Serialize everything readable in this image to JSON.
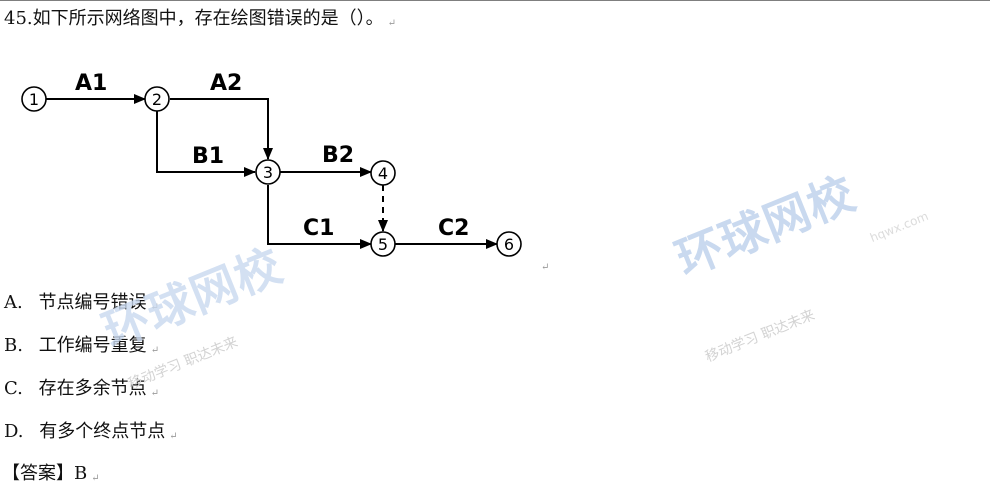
{
  "question": {
    "text": "45.如下所示网络图中，存在绘图错误的是（）。",
    "mark": "↵"
  },
  "diagram": {
    "nodes": [
      {
        "id": "n1",
        "label": "1"
      },
      {
        "id": "n2",
        "label": "2"
      },
      {
        "id": "n3",
        "label": "3"
      },
      {
        "id": "n4",
        "label": "4"
      },
      {
        "id": "n5",
        "label": "5"
      },
      {
        "id": "n6",
        "label": "6"
      }
    ],
    "activities": [
      {
        "from": "1",
        "to": "2",
        "label": "A1"
      },
      {
        "from": "2",
        "to": "3",
        "label": "A2"
      },
      {
        "from": "2",
        "to": "3",
        "label": "B1"
      },
      {
        "from": "3",
        "to": "4",
        "label": "B2"
      },
      {
        "from": "3",
        "to": "5",
        "label": "C1"
      },
      {
        "from": "4",
        "to": "5",
        "label": "",
        "dummy": true
      },
      {
        "from": "5",
        "to": "6",
        "label": "C2"
      }
    ],
    "mark": "↵"
  },
  "options": [
    {
      "letter": "A.",
      "text": "节点编号错误",
      "mark": "↵"
    },
    {
      "letter": "B.",
      "text": "工作编号重复",
      "mark": "↵"
    },
    {
      "letter": "C.",
      "text": "存在多余节点",
      "mark": "↵"
    },
    {
      "letter": "D.",
      "text": "有多个终点节点",
      "mark": "↵"
    }
  ],
  "answer": {
    "label": "【答案】",
    "value": "B",
    "mark": "↵"
  },
  "watermark": {
    "brand": "环球网校",
    "slogan": "移动学习 职达未来",
    "url": "hqwx.com",
    "color": "#c9d9ef"
  }
}
